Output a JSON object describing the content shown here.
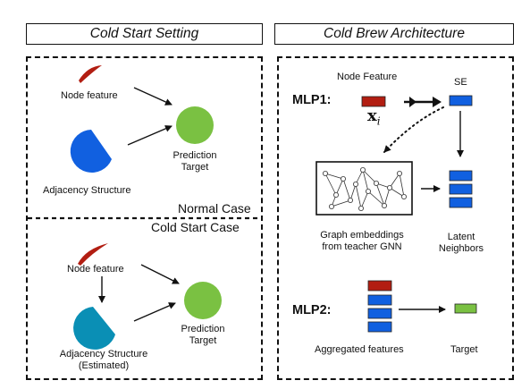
{
  "left_panel": {
    "title": "Cold Start Setting",
    "normal_case": {
      "label": "Normal Case",
      "node_feature": "Node feature",
      "adjacency": "Adjacency Structure",
      "prediction_line1": "Prediction",
      "prediction_line2": "Target"
    },
    "cold_start_case": {
      "label": "Cold Start Case",
      "node_feature": "Node feature",
      "adjacency_line1": "Adjacency Structure",
      "adjacency_line2": "(Estimated)",
      "prediction_line1": "Prediction",
      "prediction_line2": "Target"
    }
  },
  "right_panel": {
    "title": "Cold Brew Architecture",
    "mlp1": {
      "label": "MLP1:",
      "node_feature": "Node Feature",
      "symbol": "x",
      "symbol_sub": "i",
      "se": "SE"
    },
    "graph_embeddings_line1": "Graph embeddings",
    "graph_embeddings_line2": "from teacher GNN",
    "latent_line1": "Latent",
    "latent_line2": "Neighbors",
    "mlp2": {
      "label": "MLP2:",
      "aggregated": "Aggregated features",
      "target": "Target"
    }
  },
  "colors": {
    "red": "#b21e12",
    "blue": "#1160e0",
    "teal": "#0a8fb5",
    "green": "#7ac142",
    "arrow": "#111111"
  }
}
